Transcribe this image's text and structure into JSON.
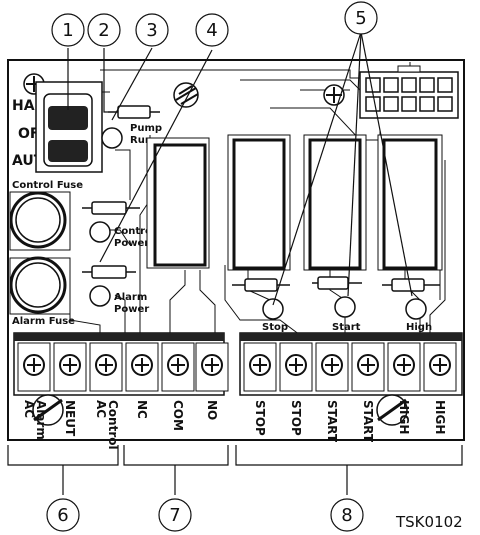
{
  "figure_id": "TSK0102",
  "switch_label": {
    "hand": "HAND",
    "off": "OFF",
    "auto": "AUTO"
  },
  "fuses": {
    "control": "Control Fuse",
    "alarm": "Alarm Fuse"
  },
  "leds": {
    "pump_run": [
      "Pump",
      "Run"
    ],
    "control_power": [
      "Control",
      "Power"
    ],
    "alarm_power": [
      "Alarm",
      "Power"
    ],
    "stop": "Stop",
    "start": "Start",
    "high": "High"
  },
  "terminals_left": [
    [
      "Alarm",
      "AC"
    ],
    [
      "NEUT"
    ],
    [
      "Control",
      "AC"
    ],
    [
      "NC"
    ],
    [
      "COM"
    ],
    [
      "NO"
    ]
  ],
  "terminals_right": [
    "STOP",
    "STOP",
    "START",
    "START",
    "HIGH",
    "HIGH"
  ],
  "callouts": [
    "1",
    "2",
    "3",
    "4",
    "5",
    "6",
    "7",
    "8"
  ]
}
